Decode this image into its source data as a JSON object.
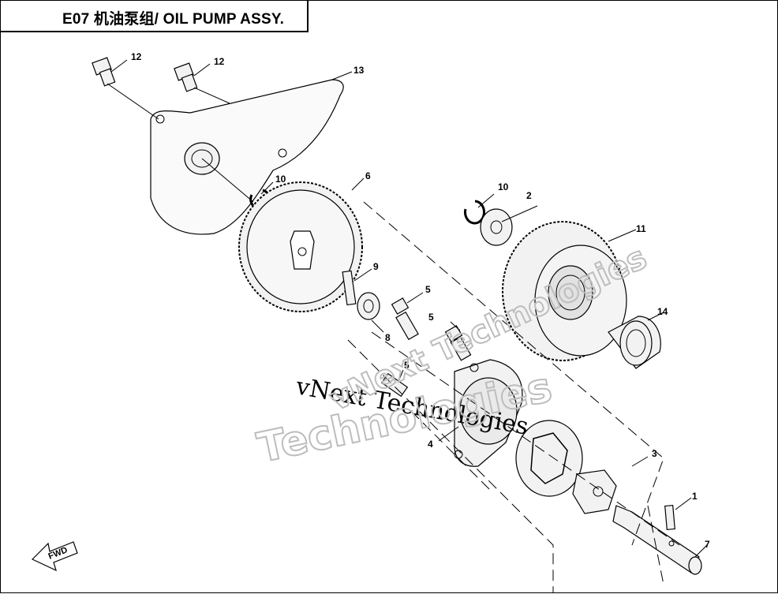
{
  "title": "E07 机油泵组/ OIL PUMP ASSY.",
  "callouts": [
    "12",
    "12",
    "13",
    "10",
    "6",
    "10",
    "2",
    "11",
    "9",
    "5",
    "5",
    "14",
    "8",
    "5",
    "4",
    "3",
    "1",
    "7"
  ],
  "watermarks": [
    "vNext Technologies",
    "vNext Technologies",
    "Technologies"
  ],
  "direction_label": "FWD"
}
